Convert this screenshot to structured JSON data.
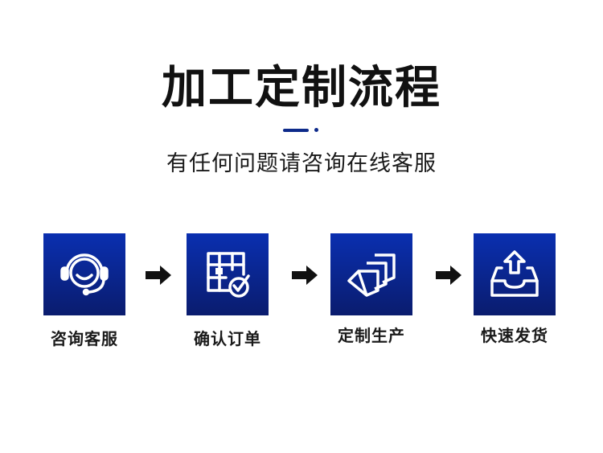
{
  "header": {
    "title": "加工定制流程",
    "subtitle": "有任何问题请咨询在线客服"
  },
  "steps": [
    {
      "label": "咨询客服",
      "icon": "headset-icon"
    },
    {
      "label": "确认订单",
      "icon": "order-confirm-icon"
    },
    {
      "label": "定制生产",
      "icon": "production-stack-icon"
    },
    {
      "label": "快速发货",
      "icon": "shipping-box-icon"
    }
  ],
  "colors": {
    "accent": "#0a2fb0",
    "accent_dark": "#0a1c6e",
    "text": "#1a1a1a"
  }
}
